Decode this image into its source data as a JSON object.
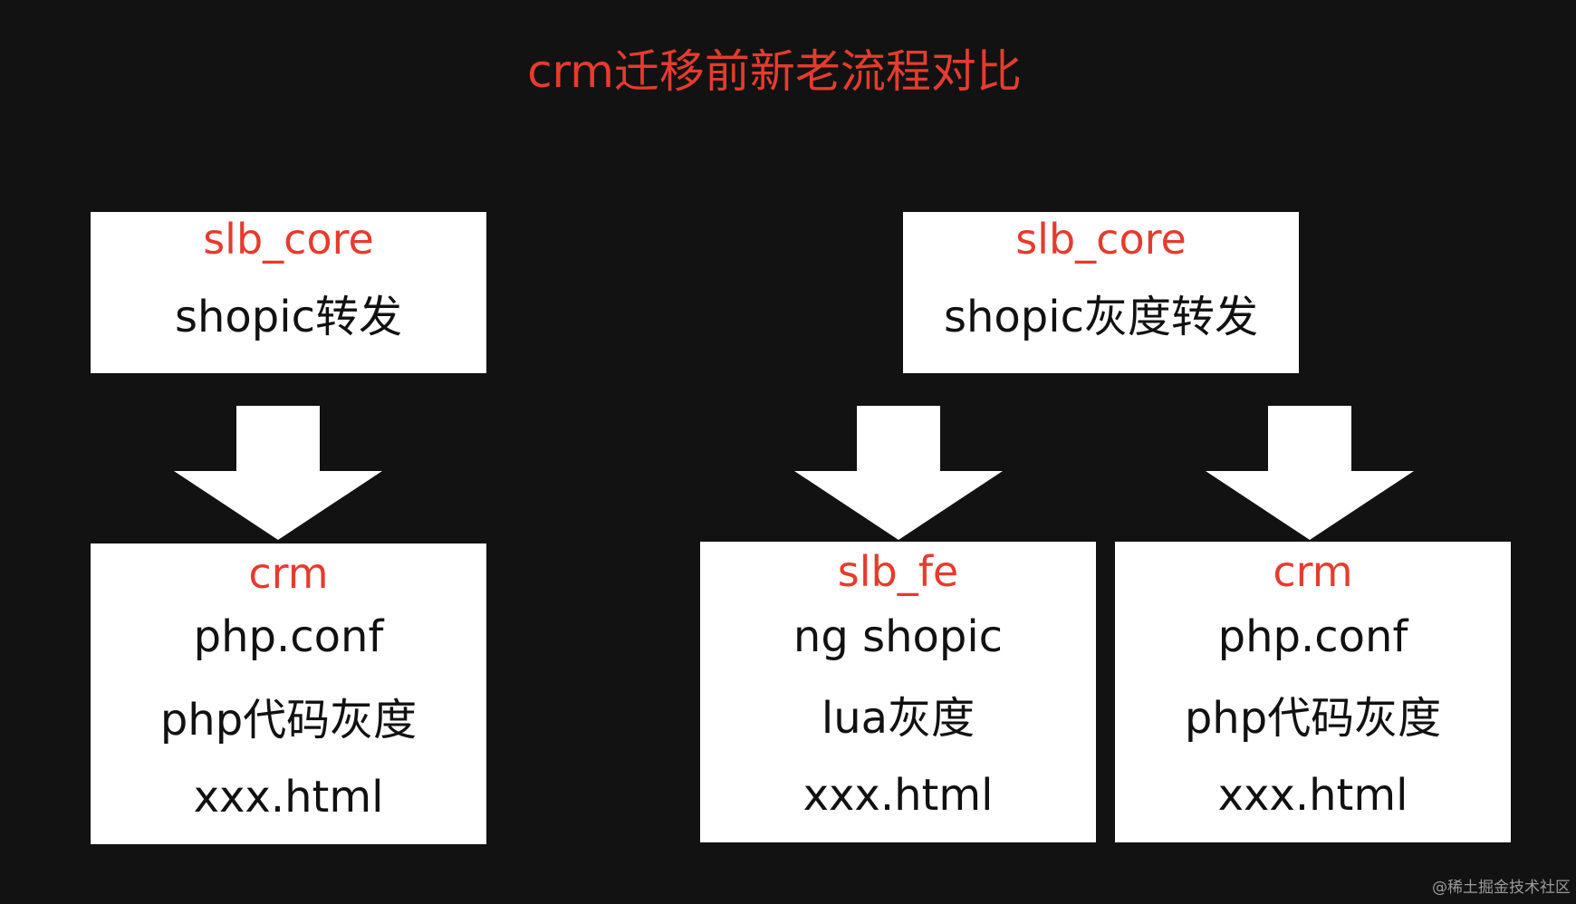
{
  "title": "crm迁移前新老流程对比",
  "old_flow": {
    "top_box": {
      "header": "slb_core",
      "line1": "shopic转发"
    },
    "bottom_box": {
      "header": "crm",
      "line1": "php.conf",
      "line2": "php代码灰度",
      "line3": "xxx.html"
    }
  },
  "new_flow": {
    "top_box": {
      "header": "slb_core",
      "line1": "shopic灰度转发"
    },
    "left_box": {
      "header": "slb_fe",
      "line1": "ng shopic",
      "line2": "lua灰度",
      "line3": "xxx.html"
    },
    "right_box": {
      "header": "crm",
      "line1": "php.conf",
      "line2": "php代码灰度",
      "line3": "xxx.html"
    }
  },
  "watermark": "@稀土掘金技术社区",
  "colors": {
    "background": "#121212",
    "box": "#ffffff",
    "accent_red": "#e63b2e",
    "text": "#111111",
    "arrow": "#ffffff"
  }
}
